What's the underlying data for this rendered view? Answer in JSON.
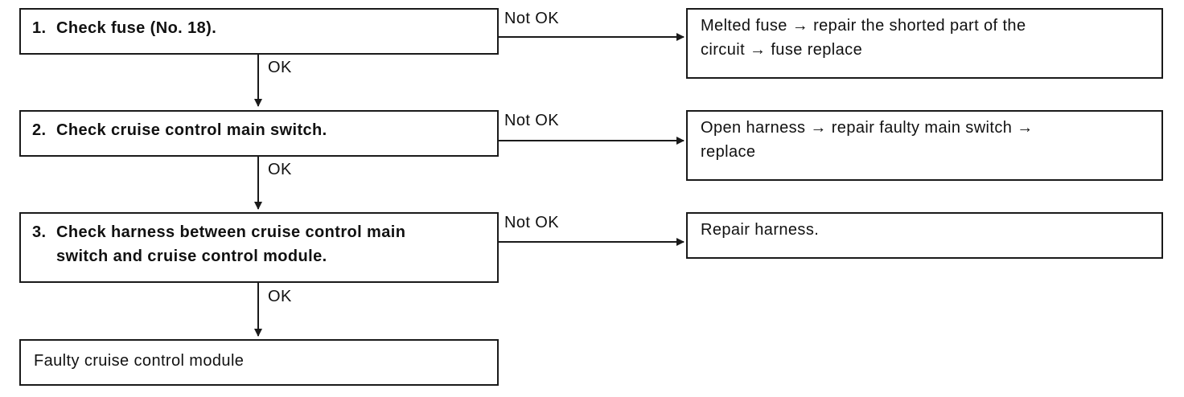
{
  "steps": [
    {
      "number": "1.",
      "line1": "Check fuse (No. 18).",
      "line2": ""
    },
    {
      "number": "2.",
      "line1": "Check cruise control main switch.",
      "line2": ""
    },
    {
      "number": "3.",
      "line1": "Check harness between cruise control main",
      "line2": "switch and cruise control module."
    }
  ],
  "final_result": "Faulty cruise control module",
  "not_ok_results": [
    {
      "line1": "Melted fuse → repair the shorted part of the",
      "line2": "circuit → fuse replace"
    },
    {
      "line1": "Open harness → repair faulty main switch →",
      "line2": "replace"
    },
    {
      "line1": "Repair harness.",
      "line2": ""
    }
  ],
  "branch_labels": {
    "ok": [
      "OK",
      "OK",
      "OK"
    ],
    "not_ok": [
      "Not OK",
      "Not OK",
      "Not OK"
    ]
  },
  "colors": {
    "line": "#1a1a1a",
    "background": "#ffffff"
  }
}
